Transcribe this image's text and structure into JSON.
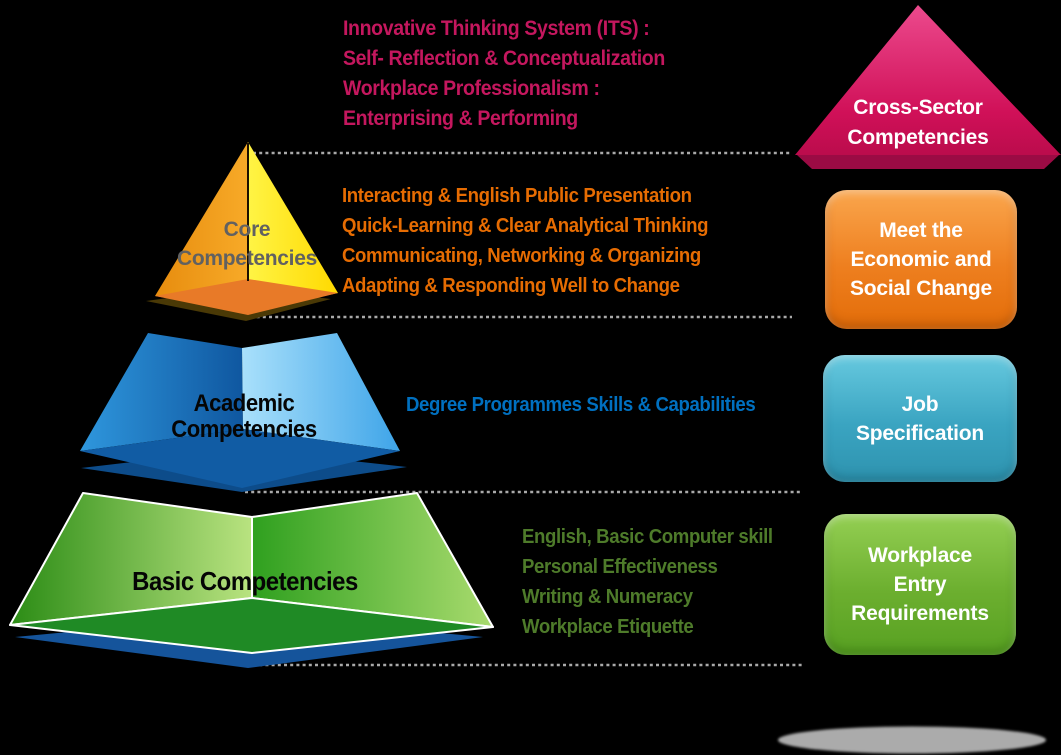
{
  "background_color": "#000000",
  "pyramid": {
    "core": {
      "label": [
        "Core",
        "Competencies"
      ],
      "label_color": "#616161",
      "left_face_color": "#EE9414",
      "right_face_color": "#FFE90A",
      "base_color": "#E87A28"
    },
    "academic": {
      "label": "Academic Competencies",
      "label_color": "#000000",
      "left_face_color": "#1E78BE",
      "right_face_color": "#7FC4F0",
      "base_color": "#115CA4"
    },
    "basic": {
      "label": "Basic Competencies",
      "label_color": "#000000",
      "left_face_color": "#4DA52E",
      "right_face_color": "#6FBF3A",
      "base_color": "#1F8A25"
    }
  },
  "annotations": {
    "cross_sector_skills": {
      "color": "#C4175E",
      "lines": [
        "Innovative Thinking System (ITS) :",
        "Self- Reflection & Conceptualization",
        "Workplace Professionalism :",
        "Enterprising & Performing"
      ]
    },
    "core_skills": {
      "color": "#E66C02",
      "lines": [
        "Interacting & English Public Presentation",
        "Quick-Learning & Clear Analytical Thinking",
        "Communicating, Networking & Organizing",
        "Adapting & Responding Well to Change"
      ]
    },
    "academic_skills": {
      "color": "#0070C0",
      "lines": [
        "Degree Programmes Skills & Capabilities"
      ]
    },
    "basic_skills": {
      "color": "#4E7B2A",
      "lines": [
        "English, Basic Computer skill",
        "Personal Effectiveness",
        "Writing & Numeracy",
        "Workplace Etiquette"
      ]
    }
  },
  "right_column": {
    "cross_sector": {
      "shape": "triangle",
      "color": "#DD1462",
      "lines": [
        "Cross-Sector",
        "Competencies"
      ]
    },
    "economic_change": {
      "shape": "rounded-box",
      "color": "#ED7D20",
      "lines": [
        "Meet the",
        "Economic and",
        "Social Change"
      ]
    },
    "job_specification": {
      "shape": "rounded-box",
      "color": "#3BA6C4",
      "lines": [
        "Job",
        "Specification"
      ]
    },
    "workplace_entry": {
      "shape": "rounded-box",
      "color": "#74B52E",
      "lines": [
        "Workplace",
        "Entry",
        "Requirements"
      ]
    }
  }
}
